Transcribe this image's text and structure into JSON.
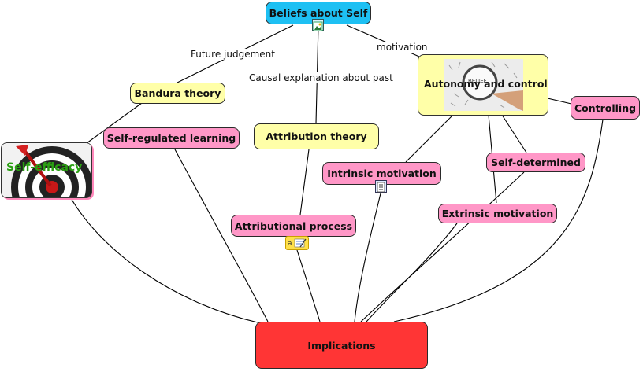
{
  "nodes": {
    "beliefs": "Beliefs about Self",
    "bandura": "Bandura theory",
    "self_efficacy": "Self-efficacy",
    "self_regulated": "Self-regulated learning",
    "attribution_theory": "Attribution theory",
    "attributional_process": "Attributional process",
    "autonomy": "Autonomy and control",
    "controlling": "Controlling",
    "intrinsic": "Intrinsic motivation",
    "self_determined": "Self-determined",
    "extrinsic": "Extrinsic motivation",
    "implications": "Implications"
  },
  "link_labels": {
    "future": "Future judgement",
    "causal": "Causal explanation about past",
    "motivation": "motivation"
  },
  "image_text": {
    "autonomy_photo": "BELIEF"
  },
  "icons": {
    "beliefs_badge": "image-icon",
    "intrinsic_badge": "document-icon",
    "attributional_badge": "note-icon",
    "self_efficacy_image": "target-dart-icon",
    "autonomy_image": "magnifier-photo-icon"
  },
  "colors": {
    "blue_node": "#1ec0f3",
    "yellow_node": "#ffffa8",
    "pink_node": "#ff97c7",
    "red_node": "#ff3535",
    "self_efficacy_text": "#2aa012"
  }
}
